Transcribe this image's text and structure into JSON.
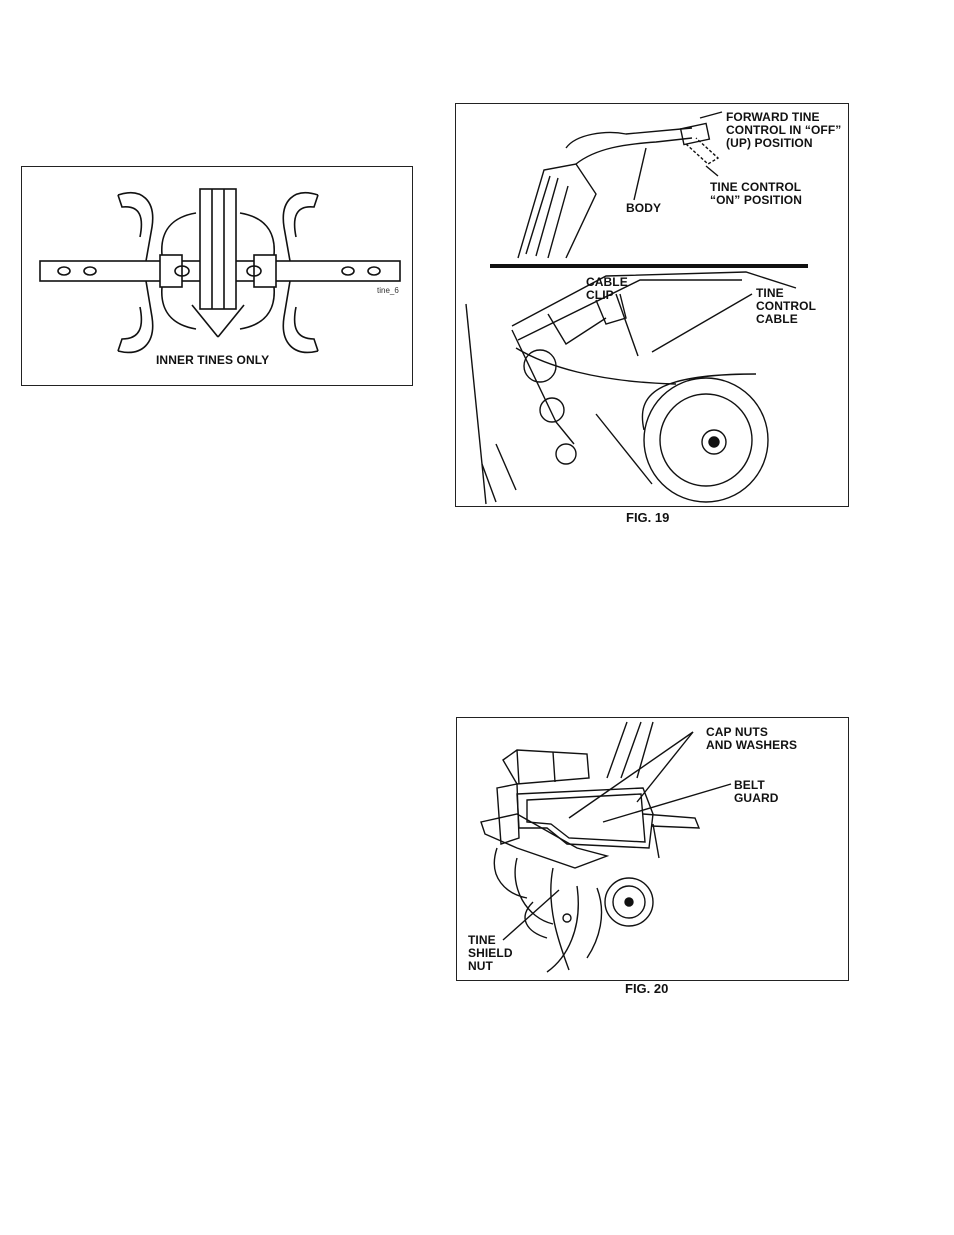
{
  "fig_tines": {
    "label_inner": "INNER TINES ONLY",
    "code": "tine_6"
  },
  "fig19": {
    "caption": "FIG. 19",
    "label_forward_line1": "FORWARD TINE",
    "label_forward_line2": "CONTROL IN “OFF”",
    "label_forward_line3": "(UP) POSITION",
    "label_tine_control_line1": "TINE CONTROL",
    "label_tine_control_line2": "“ON” POSITION",
    "label_body": "BODY",
    "label_cable_clip_line1": "CABLE",
    "label_cable_clip_line2": "CLIP",
    "label_cable_line1": "TINE",
    "label_cable_line2": "CONTROL",
    "label_cable_line3": "CABLE"
  },
  "fig20": {
    "caption": "FIG. 20",
    "label_cap_line1": "CAP NUTS",
    "label_cap_line2": "AND WASHERS",
    "label_belt_line1": "BELT",
    "label_belt_line2": "GUARD",
    "label_shield_line1": "TINE",
    "label_shield_line2": "SHIELD",
    "label_shield_line3": "NUT"
  }
}
